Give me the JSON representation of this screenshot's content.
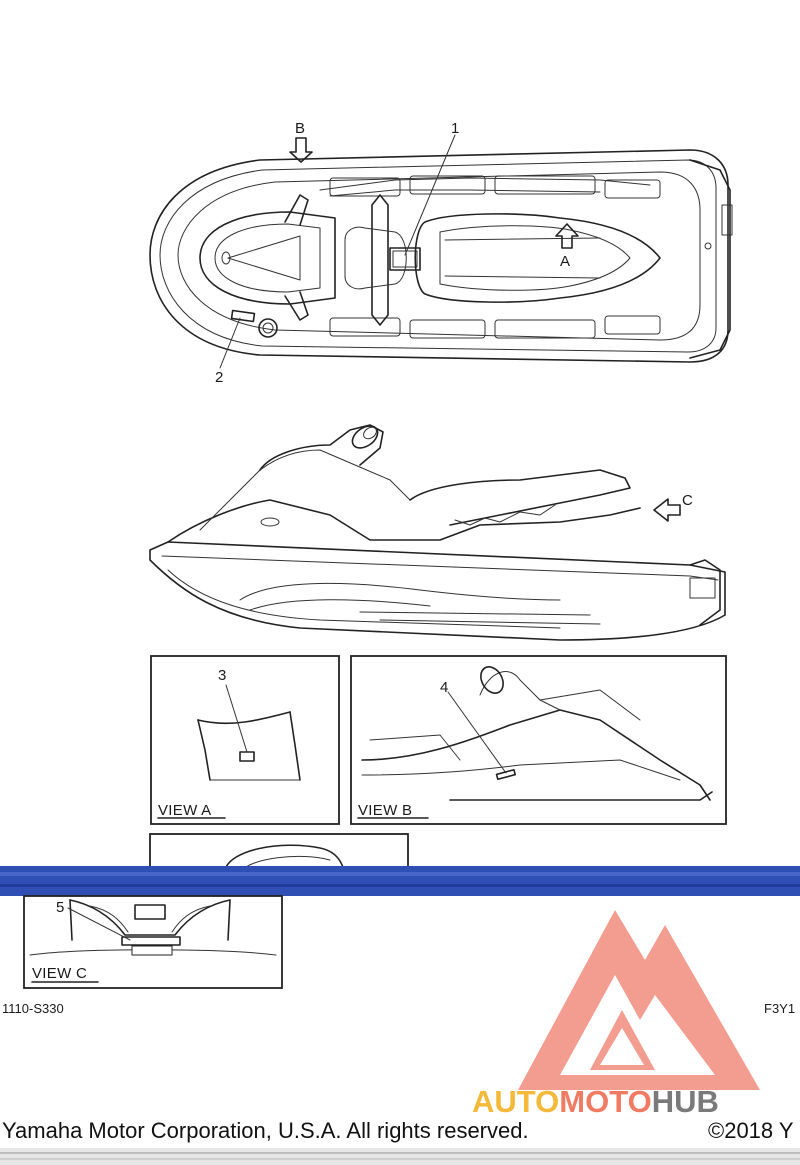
{
  "diagram": {
    "view_marks": {
      "b": "B",
      "a": "A",
      "c": "C"
    },
    "callouts": [
      "1",
      "2",
      "3",
      "4",
      "5"
    ],
    "view_labels": {
      "a": "VIEW A",
      "b": "VIEW B",
      "c": "VIEW C"
    },
    "codes": {
      "left": "1110-S330",
      "right": "F3Y1"
    }
  },
  "footer": {
    "copyright": "Yamaha Motor Corporation, U.S.A. All rights reserved.",
    "year": "©2018 Y"
  },
  "watermark": {
    "part1": "AUTO",
    "part2": "MOTO",
    "part3": "HUB",
    "colors": {
      "auto": "#f5b93a",
      "moto": "#f07a62",
      "hub": "#7a7a7a",
      "logo": "#f08070"
    }
  },
  "band": {
    "color": "#2f4fb5"
  }
}
